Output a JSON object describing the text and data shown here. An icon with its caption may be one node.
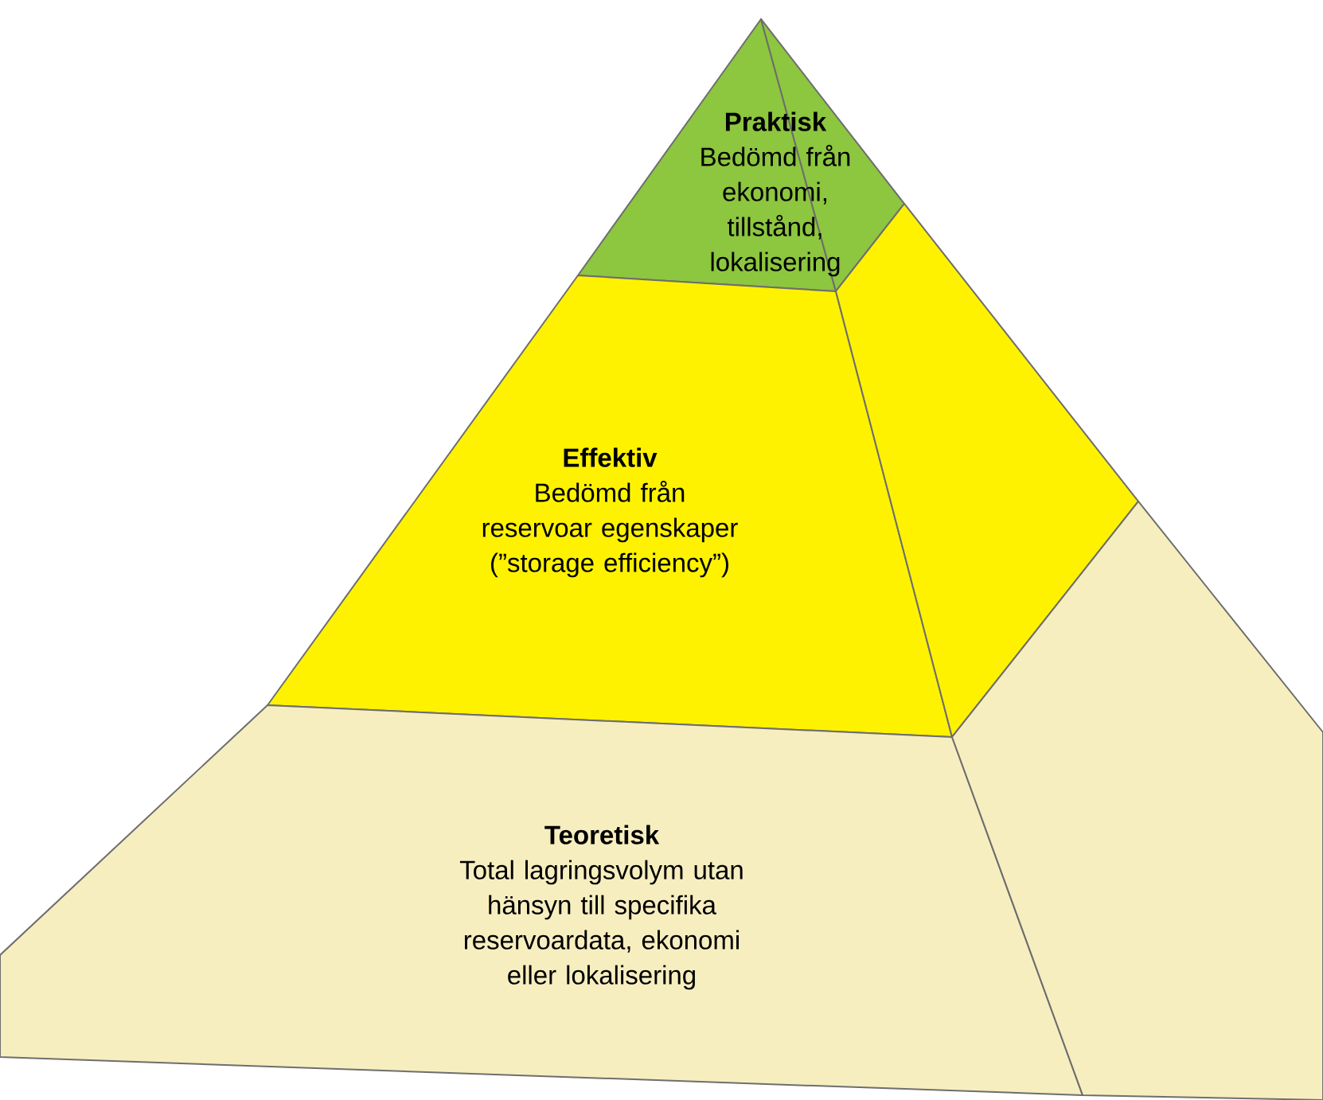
{
  "diagram": {
    "nodes": [
      {
        "text": [
          "Praktisk",
          "Bedömd från ekonomi, tillstånd, lokalisering"
        ]
      },
      {
        "text": [
          "Effektiv",
          "Bedömd från reservoar egenskaper (”storage efficiency”)"
        ]
      },
      {
        "text": [
          "Teoretisk",
          "Total lagringsvolym utan hänsyn till specifika reservoardata, ekonomi eller lokalisering"
        ]
      }
    ]
  }
}
